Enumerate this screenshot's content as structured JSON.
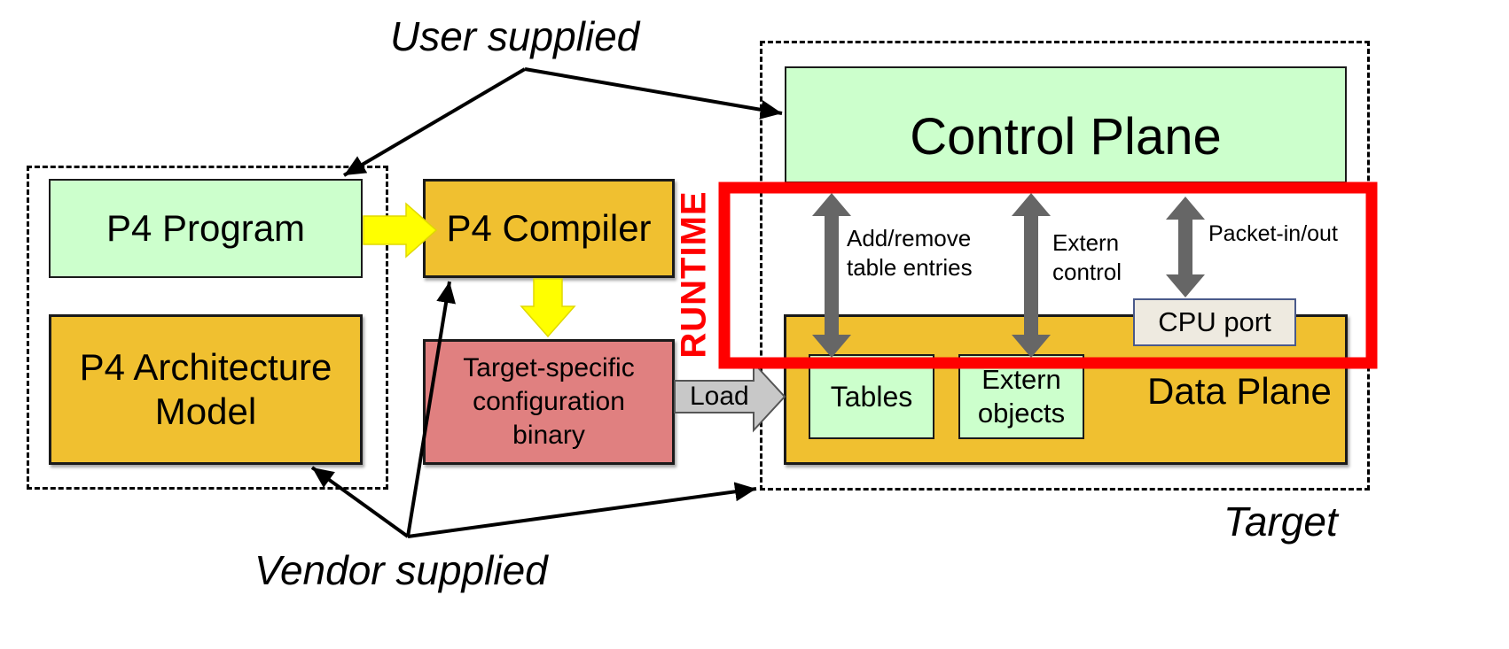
{
  "labels": {
    "user_supplied": "User supplied",
    "vendor_supplied": "Vendor supplied",
    "target": "Target",
    "runtime": "RUNTIME",
    "load": "Load"
  },
  "boxes": {
    "p4_program": "P4 Program",
    "p4_compiler": "P4 Compiler",
    "p4_arch_line1": "P4 Architecture",
    "p4_arch_line2": "Model",
    "config_line1": "Target-specific",
    "config_line2": "configuration",
    "config_line3": "binary",
    "control_plane": "Control Plane",
    "data_plane": "Data Plane",
    "tables": "Tables",
    "extern_obj_line1": "Extern",
    "extern_obj_line2": "objects",
    "cpu_port": "CPU port"
  },
  "arrows": {
    "add_remove_line1": "Add/remove",
    "add_remove_line2": "table entries",
    "extern_control_line1": "Extern",
    "extern_control_line2": "control",
    "packet_io": "Packet-in/out"
  },
  "colors": {
    "green_box": "#ccffcc",
    "orange_box": "#f0c030",
    "pink_box": "#e08080",
    "cpu_port_box": "#eeeae0",
    "runtime_red": "#ff0000",
    "yellow_arrow": "#ffff00",
    "gray_arrow": "#666666"
  }
}
